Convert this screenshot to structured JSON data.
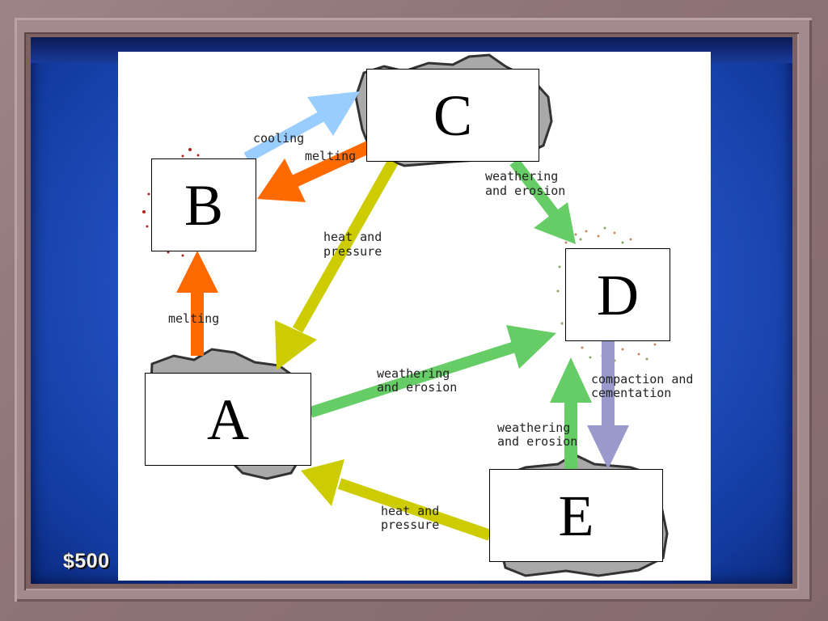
{
  "slide": {
    "value_label": "$500"
  },
  "diagram": {
    "boxes": {
      "a": "A",
      "b": "B",
      "c": "C",
      "d": "D",
      "e": "E"
    },
    "processes": {
      "c_to_b_cooling": "cooling",
      "c_to_b_melting": "melting",
      "a_to_b_melting": "melting",
      "c_to_a_line1": "heat and",
      "c_to_a_line2": "pressure",
      "c_to_d_line1": "weathering",
      "c_to_d_line2": "and erosion",
      "a_to_d_line1": "weathering",
      "a_to_d_line2": "and erosion",
      "d_to_e_line1": "compaction and",
      "d_to_e_line2": "cementation",
      "e_to_d_line1": "weathering",
      "e_to_d_line2": "and erosion",
      "e_to_a_line1": "heat and",
      "e_to_a_line2": "pressure"
    },
    "arrow_colors": {
      "cooling": "#99ccff",
      "melting": "#ff6a00",
      "heat_pressure": "#cccc00",
      "weathering": "#66cc66",
      "compaction": "#9999cc"
    }
  }
}
